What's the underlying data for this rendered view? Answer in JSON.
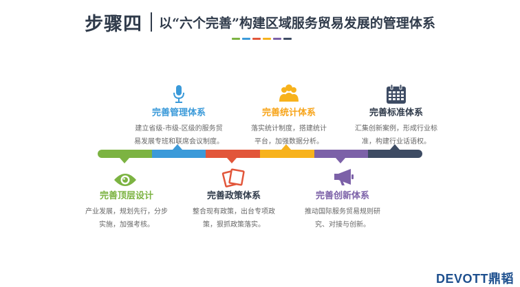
{
  "header": {
    "step": "步骤四",
    "title": "以“六个完善”构建区域服务贸易发展的管理体系"
  },
  "colors": {
    "green": "#7cb342",
    "blue": "#3b9ad9",
    "red": "#e2563a",
    "yellow": "#f7b21c",
    "purple": "#7c61a8",
    "dark": "#3d4b63",
    "title": "#2f3a4a"
  },
  "items": [
    {
      "name": "完善顶层设计",
      "desc": [
        "产业发展，规划先行，分步",
        "实施，加强考核。"
      ],
      "icon": "eye-icon"
    },
    {
      "name": "完善管理体系",
      "desc": [
        "建立省级-市级-区级的服务贸",
        "易发展专班和联席会议制度。"
      ],
      "icon": "microphone-icon"
    },
    {
      "name": "完善政策体系",
      "desc": [
        "整合现有政策，出台专项政",
        "策，狠抓政策落实。"
      ],
      "icon": "documents-icon"
    },
    {
      "name": "完善统计体系",
      "desc": [
        "落实统计制度，搭建统计",
        "平台，加强数据分析。"
      ],
      "icon": "people-icon"
    },
    {
      "name": "完善创新体系",
      "desc": [
        "推动国际服务贸易规则研",
        "究、对接与创新。"
      ],
      "icon": "megaphone-icon"
    },
    {
      "name": "完善标准体系",
      "desc": [
        "汇集创新案例，形成行业标",
        "准，构建行业话语权。"
      ],
      "icon": "calendar-icon"
    }
  ],
  "logo": {
    "text": "DEVOTT鼎韬"
  }
}
